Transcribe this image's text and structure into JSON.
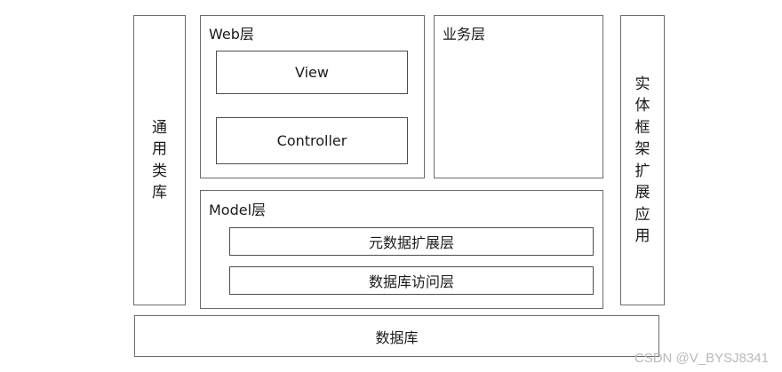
{
  "left_column": {
    "label": "通用类库"
  },
  "right_column": {
    "label": "实体框架扩展应用"
  },
  "web_layer": {
    "title": "Web层",
    "view": "View",
    "controller": "Controller"
  },
  "business_layer": {
    "title": "业务层"
  },
  "model_layer": {
    "title": "Model层",
    "metadata": "元数据扩展层",
    "data_access": "数据库访问层"
  },
  "database": {
    "label": "数据库"
  },
  "watermark": "CSDN @V_BYSJ8341"
}
